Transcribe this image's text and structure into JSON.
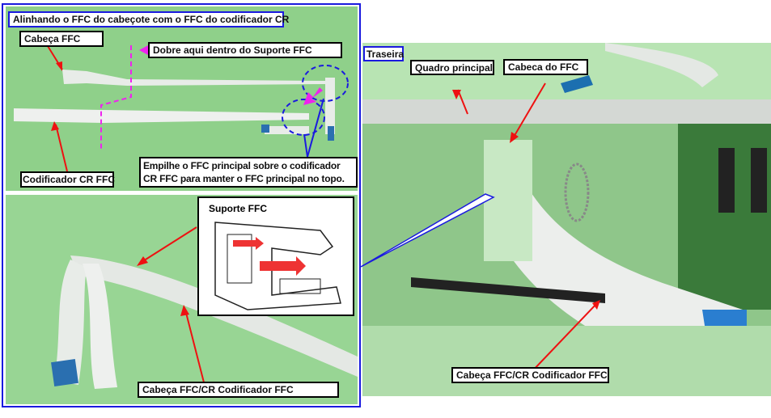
{
  "left_panel": {
    "title": "Alinhando o FFC do cabeçote com o FFC do codificador CR",
    "top_photo": {
      "head_ffc": "Cabeça FFC",
      "fold_here": "Dobre aqui dentro do Suporte FFC",
      "cr_encoder_ffc": "Codificador CR FFC",
      "stack_note_line1": "Empilhe o FFC principal sobre o codificador",
      "stack_note_line2": "CR FFC para manter o FFC principal no topo."
    },
    "bottom_photo": {
      "inset_title": "Suporte FFC",
      "cable_label": "Cabeça FFC/CR Codificador FFC"
    }
  },
  "right_panel": {
    "rear_label": "Traseira",
    "main_frame": "Quadro principal",
    "ffc_head": "Cabeca do FFC",
    "cable_label": "Cabeça FFC/CR Codificador FFC"
  },
  "colors": {
    "panel_border": "#1a1adf",
    "arrow": "#ee1111",
    "fold_marker": "#ee22ee",
    "photo_bg": "#8fd08a"
  }
}
